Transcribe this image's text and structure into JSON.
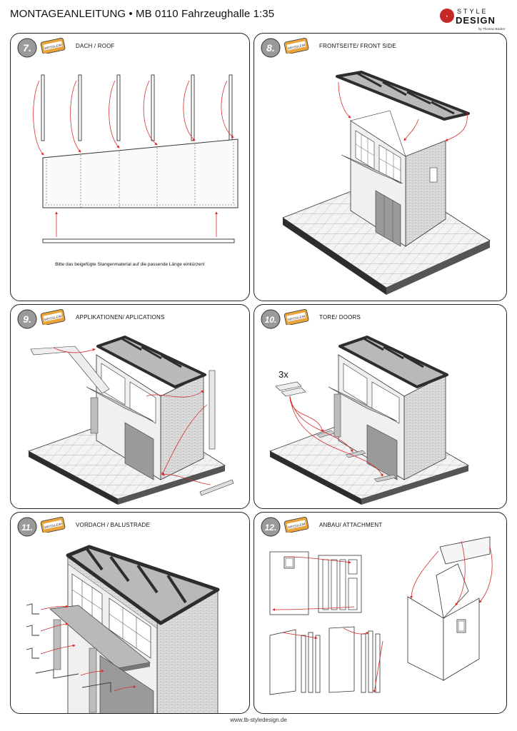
{
  "header": {
    "title": "MONTAGEANLEITUNG • MB 0110 Fahrzeughalle 1:35"
  },
  "logo": {
    "line1": "STYLE",
    "line2": "DESIGN",
    "byline": "by Thomas Bäcker",
    "icon": "logo-badge-icon"
  },
  "glue_label": "WEISSLEIM",
  "steps": [
    {
      "number": "7.",
      "title": "DACH / ROOF",
      "note": "Bitte das beigefügte Stangenmaterial auf die passende Länge einkürzen!"
    },
    {
      "number": "8.",
      "title": "FRONTSEITE/ FRONT SIDE"
    },
    {
      "number": "9.",
      "title": "APPLIKATIONEN/ APLICATIONS"
    },
    {
      "number": "10.",
      "title": "TORE/ DOORS",
      "count": "3x"
    },
    {
      "number": "11.",
      "title": "VORDACH / BALUSTRADE"
    },
    {
      "number": "12.",
      "title": "ANBAU/ ATTACHMENT"
    }
  ],
  "footer": {
    "url": "www.tb-styledesign.de"
  },
  "colors": {
    "arrow": "#d62b2b",
    "badge": "#e8a33a",
    "roof_strip": "#2d2d2d",
    "roof_panel": "#b9b9b9",
    "wall": "#dedede"
  }
}
